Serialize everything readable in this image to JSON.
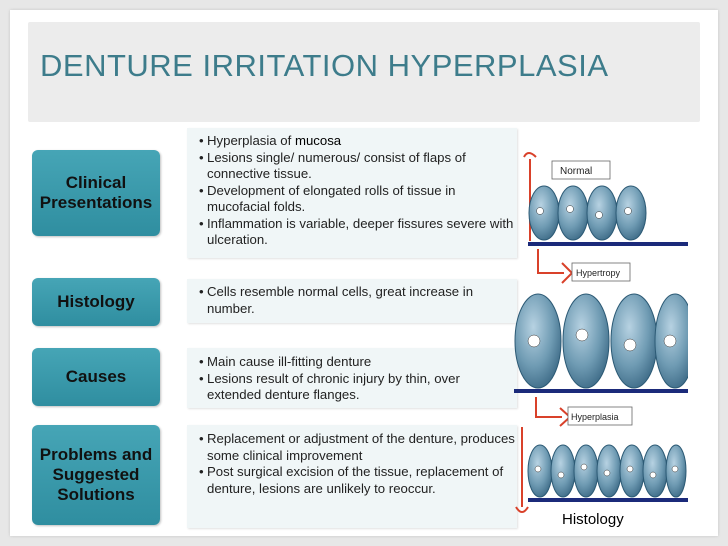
{
  "title": "DENTURE IRRITATION HYPERPLASIA",
  "rows": [
    {
      "label": "Clinical\nPresentations",
      "bullets": [
        {
          "text": "Hyperplasia of ",
          "emph": "mucosa"
        },
        {
          "text": "Lesions single/ numerous/ consist of flaps of connective tissue."
        },
        {
          "text": "Development of  elongated rolls of tissue in mucofacial folds."
        },
        {
          "text": "Inflammation is variable, deeper fissures severe with ulceration."
        }
      ]
    },
    {
      "label": "Histology",
      "bullets": [
        {
          "text": "Cells resemble normal cells, great increase in number."
        }
      ]
    },
    {
      "label": "Causes",
      "bullets": [
        {
          "text": "Main cause ill-fitting denture"
        },
        {
          "text": "Lesions result of chronic injury by thin, over extended denture flanges."
        }
      ]
    },
    {
      "label": "Problems and\nSuggested\nSolutions",
      "bullets": [
        {
          "text": "Replacement or adjustment of the denture, produces some clinical improvement"
        },
        {
          "text": "Post surgical excision of the tissue, replacement of denture, lesions are unlikely to reoccur."
        }
      ]
    }
  ],
  "diagram": {
    "labels": [
      "Normal",
      "Hypertropy",
      "Hyperplasia"
    ],
    "caption": "Histology"
  },
  "colors": {
    "title": "#3d7c8b",
    "label_box": "#3a9bad",
    "cell": "#5f8ea6",
    "arrow": "#d9412a"
  }
}
